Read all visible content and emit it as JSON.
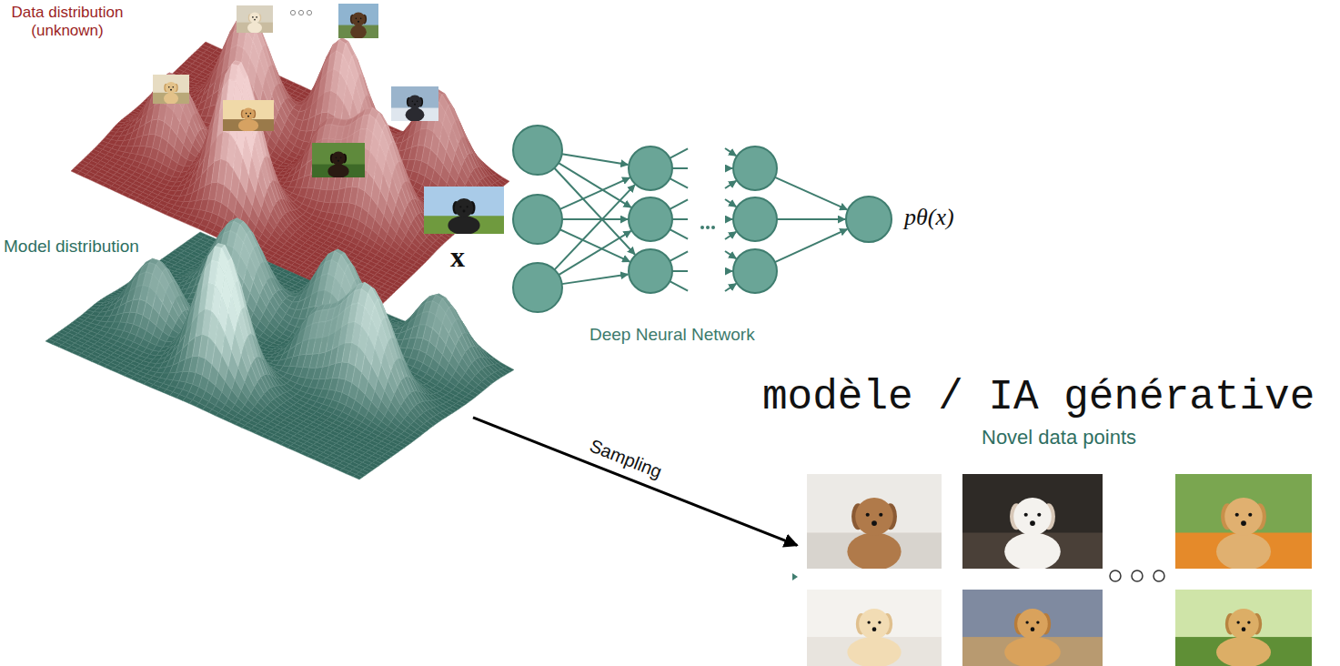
{
  "diagram": {
    "nodes": [
      {
        "text": [
          "Data distribution (unknown)"
        ]
      },
      {
        "text": [
          "Model distribution"
        ]
      },
      {
        "text": [
          "Novel data points"
        ]
      }
    ],
    "edges": [
      {
        "from": 1,
        "to": 2,
        "arrow": "to",
        "label": "Sampling"
      }
    ],
    "labels": [
      "x",
      "pθ(x)",
      "Deep Neural Network",
      "modèle / IA générative"
    ]
  }
}
